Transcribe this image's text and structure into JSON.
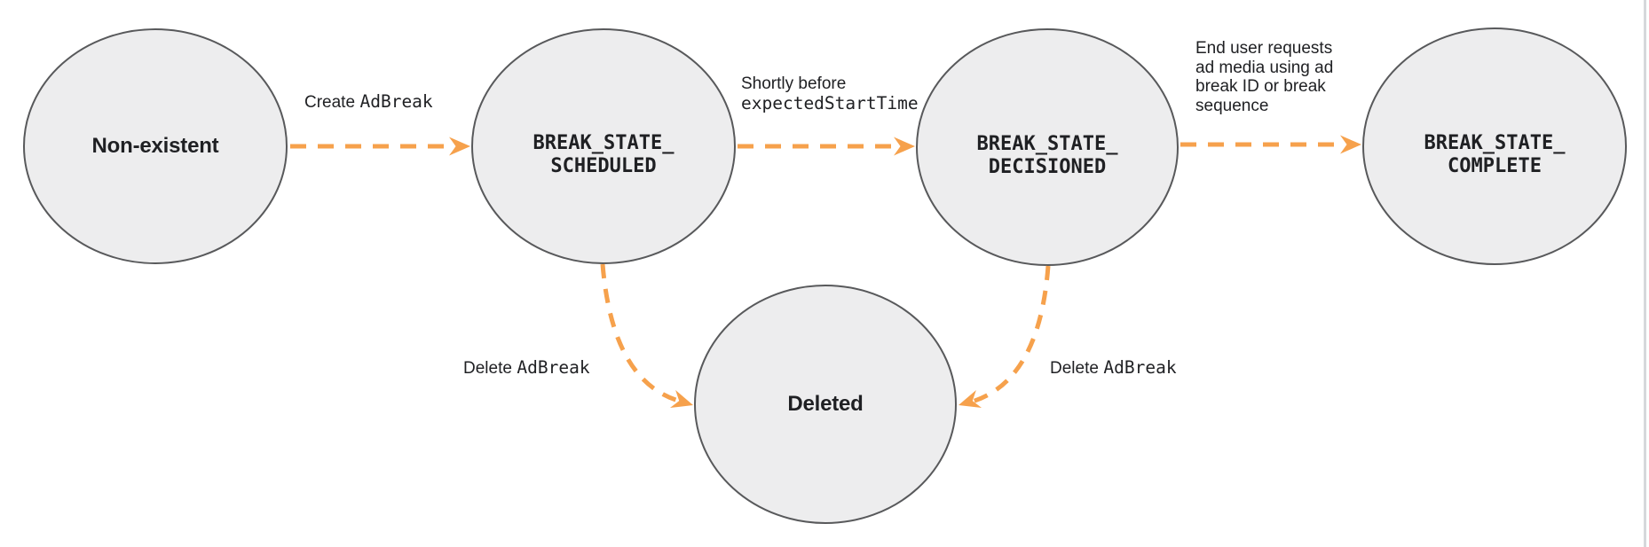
{
  "diagram_type": "state-transition-diagram",
  "colors": {
    "background": "#ffffff",
    "node_fill": "#ededee",
    "node_border": "#58595b",
    "arrow": "#f6a14c",
    "text": "#202124",
    "page_edge_line": "#d6d8db"
  },
  "nodes": {
    "non_existent": {
      "label": "Non-existent"
    },
    "scheduled": {
      "line1": "BREAK_STATE_",
      "line2": "SCHEDULED"
    },
    "decisioned": {
      "line1": "BREAK_STATE_",
      "line2": "DECISIONED"
    },
    "complete": {
      "line1": "BREAK_STATE_",
      "line2": "COMPLETE"
    },
    "deleted": {
      "label": "Deleted"
    }
  },
  "edges": {
    "create": {
      "from": "non_existent",
      "to": "scheduled",
      "plain": "Create",
      "code": "AdBreak"
    },
    "shortly": {
      "from": "scheduled",
      "to": "decisioned",
      "plain": "Shortly before",
      "code": "expectedStartTime"
    },
    "end_user": {
      "from": "decisioned",
      "to": "complete",
      "plain": "End user requests ad media using ad break ID or break sequence"
    },
    "delete_left": {
      "from": "scheduled",
      "to": "deleted",
      "plain": "Delete",
      "code": "AdBreak"
    },
    "delete_right": {
      "from": "decisioned",
      "to": "deleted",
      "plain": "Delete",
      "code": "AdBreak"
    }
  }
}
